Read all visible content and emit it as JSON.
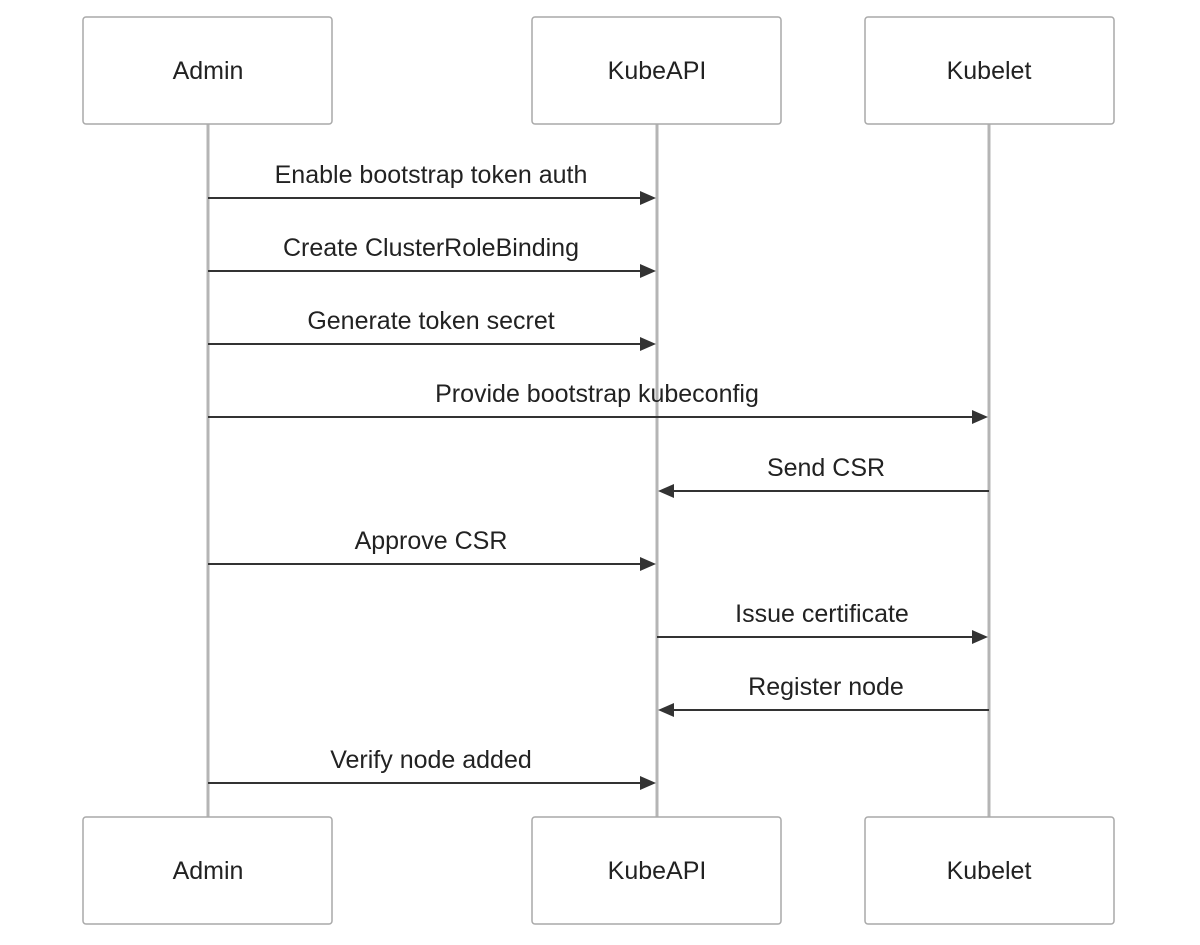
{
  "participants": [
    {
      "id": "admin",
      "label": "Admin"
    },
    {
      "id": "kubeapi",
      "label": "KubeAPI"
    },
    {
      "id": "kubelet",
      "label": "Kubelet"
    }
  ],
  "messages": [
    {
      "from": "admin",
      "to": "kubeapi",
      "label": "Enable bootstrap token auth"
    },
    {
      "from": "admin",
      "to": "kubeapi",
      "label": "Create ClusterRoleBinding"
    },
    {
      "from": "admin",
      "to": "kubeapi",
      "label": "Generate token secret"
    },
    {
      "from": "admin",
      "to": "kubelet",
      "label": "Provide bootstrap kubeconfig"
    },
    {
      "from": "kubelet",
      "to": "kubeapi",
      "label": "Send CSR"
    },
    {
      "from": "admin",
      "to": "kubeapi",
      "label": "Approve CSR"
    },
    {
      "from": "kubeapi",
      "to": "kubelet",
      "label": "Issue certificate"
    },
    {
      "from": "kubelet",
      "to": "kubeapi",
      "label": "Register node"
    },
    {
      "from": "admin",
      "to": "kubeapi",
      "label": "Verify node added"
    }
  ]
}
